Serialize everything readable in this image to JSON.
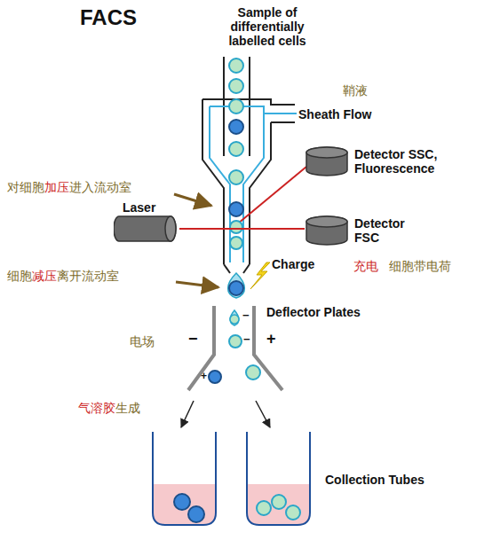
{
  "diagram": {
    "title": "FACS",
    "nodes": [
      {
        "text": [
          "Laser"
        ]
      },
      {
        "text": [
          "Detector SSC, Fluorescence"
        ]
      },
      {
        "text": [
          "Detector FSC"
        ]
      }
    ],
    "edges": [
      {
        "from": 0,
        "to": 2,
        "arrow": "none"
      }
    ],
    "labels": [
      "Sample of differentially labelled cells",
      "鞘液",
      "Sheath Flow",
      "对细胞",
      "加压",
      "进入流动室",
      "Charge",
      "充电",
      "细胞带电荷",
      "细胞",
      "减压",
      "离开流动室",
      "Deflector Plates",
      "电场",
      "−",
      "+",
      "−",
      "−",
      "+",
      "气溶胶",
      "生成",
      "Collection Tubes"
    ]
  }
}
